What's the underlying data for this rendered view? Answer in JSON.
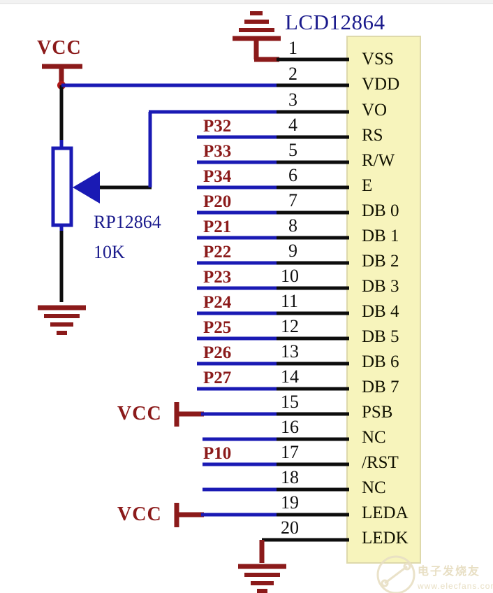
{
  "title": "LCD12864",
  "colors": {
    "wire_black": "#0d0d0d",
    "wire_blue": "#1a1ab4",
    "power_red": "#8b1a1a",
    "chip_fill": "#f7f4bc",
    "chip_border": "#d6d2a0",
    "label_red": "#8b1a1a",
    "label_blue": "#1a1a8c",
    "junction_red": "#b01818",
    "watermark": "#e8dfc4"
  },
  "component": {
    "designator": "RP1",
    "value_line1": "RP12864",
    "value_line2": "10K",
    "pot_label_parts": [
      "RP1",
      "2864",
      "10K"
    ]
  },
  "power_symbols": [
    {
      "name": "vcc-top-left",
      "label": "VCC"
    },
    {
      "name": "vcc-pin15",
      "label": "VCC"
    },
    {
      "name": "vcc-pin19",
      "label": "VCC"
    }
  ],
  "ground_symbols": [
    {
      "name": "gnd-top-pin1"
    },
    {
      "name": "gnd-pot-bottom"
    },
    {
      "name": "gnd-pin20"
    }
  ],
  "pins": [
    {
      "number": "1",
      "name": "VSS",
      "net": "",
      "connection": "gnd-top"
    },
    {
      "number": "2",
      "name": "VDD",
      "net": "",
      "connection": "vcc"
    },
    {
      "number": "3",
      "name": "VO",
      "net": "",
      "connection": "pot-wiper"
    },
    {
      "number": "4",
      "name": "RS",
      "net": "P32",
      "connection": "net"
    },
    {
      "number": "5",
      "name": "R/W",
      "net": "P33",
      "connection": "net"
    },
    {
      "number": "6",
      "name": "E",
      "net": "P34",
      "connection": "net"
    },
    {
      "number": "7",
      "name": "DB 0",
      "net": "P20",
      "connection": "net"
    },
    {
      "number": "8",
      "name": "DB 1",
      "net": "P21",
      "connection": "net"
    },
    {
      "number": "9",
      "name": "DB 2",
      "net": "P22",
      "connection": "net"
    },
    {
      "number": "10",
      "name": "DB 3",
      "net": "P23",
      "connection": "net"
    },
    {
      "number": "11",
      "name": "DB 4",
      "net": "P24",
      "connection": "net"
    },
    {
      "number": "12",
      "name": "DB 5",
      "net": "P25",
      "connection": "net"
    },
    {
      "number": "13",
      "name": "DB 6",
      "net": "P26",
      "connection": "net"
    },
    {
      "number": "14",
      "name": "DB 7",
      "net": "P27",
      "connection": "net"
    },
    {
      "number": "15",
      "name": "PSB",
      "net": "",
      "connection": "vcc"
    },
    {
      "number": "16",
      "name": "NC",
      "net": "",
      "connection": "none"
    },
    {
      "number": "17",
      "name": "/RST",
      "net": "P10",
      "connection": "net"
    },
    {
      "number": "18",
      "name": "NC",
      "net": "",
      "connection": "none"
    },
    {
      "number": "19",
      "name": "LEDA",
      "net": "",
      "connection": "vcc"
    },
    {
      "number": "20",
      "name": "LEDK",
      "net": "",
      "connection": "gnd-bottom"
    }
  ],
  "watermark": {
    "chinese": "电子发烧友",
    "url": "www.elecfans.com"
  }
}
